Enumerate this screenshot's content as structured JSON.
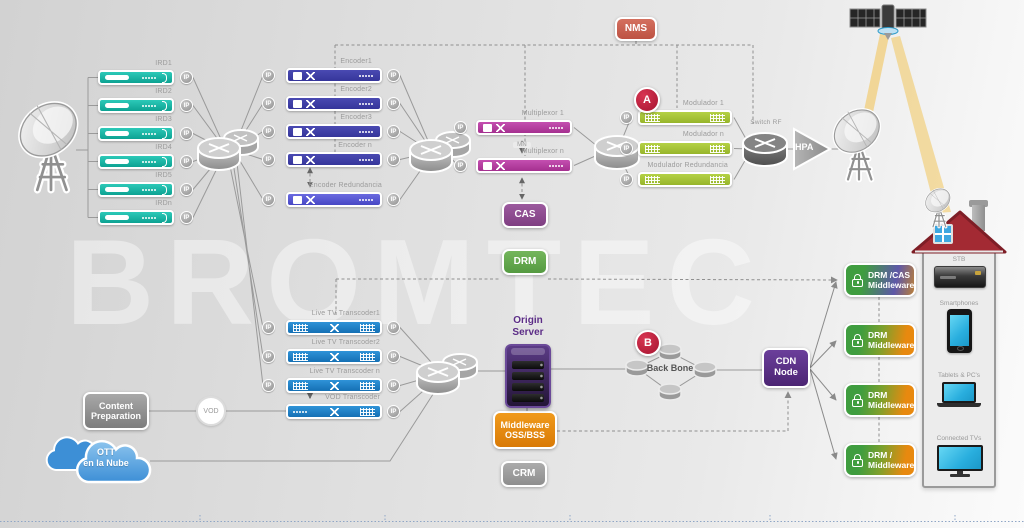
{
  "watermark": "BROMTEC",
  "ip": "IP",
  "nms": "NMS",
  "cas": "CAS",
  "drm": "DRM",
  "crm": "CRM",
  "mn": "MN",
  "vod": "VOD",
  "hpa": "HPA",
  "badge_a": "A",
  "badge_b": "B",
  "switch_rf": "Switch RF",
  "back_bone": "Back Bone",
  "origin": {
    "line1": "Origin",
    "line2": "Server"
  },
  "cdn": {
    "line1": "CDN",
    "line2": "Node"
  },
  "middleware": {
    "line1": "Middleware",
    "line2": "OSS/BSS"
  },
  "content_prep": {
    "line1": "Content",
    "line2": "Preparation"
  },
  "ott": {
    "line1": "OTT",
    "line2": "en la Nube"
  },
  "irds": [
    {
      "label": "IRD1"
    },
    {
      "label": "IRD2"
    },
    {
      "label": "IRD3"
    },
    {
      "label": "IRD4"
    },
    {
      "label": "IRD5"
    },
    {
      "label": "IRDn"
    }
  ],
  "encoders": [
    {
      "label": "Encoder1"
    },
    {
      "label": "Encoder2"
    },
    {
      "label": "Encoder3"
    },
    {
      "label": "Encoder n"
    },
    {
      "label": "Encoder Redundancia"
    }
  ],
  "multiplexors": [
    {
      "label": "Multiplexor 1"
    },
    {
      "label": "Multiplexor n"
    }
  ],
  "modulators": [
    {
      "label": "Modulador 1"
    },
    {
      "label": "Modulador n"
    },
    {
      "label": "Modulador Redundancia"
    }
  ],
  "transcoders": [
    {
      "label": "Live TV Transcoder1"
    },
    {
      "label": "Live TV Transcoder2"
    },
    {
      "label": "Live TV Transcoder n"
    },
    {
      "label": "VOD Transcoder"
    }
  ],
  "delivery_badges": [
    {
      "line1": "DRM /CAS",
      "line2": "Middleware"
    },
    {
      "line1": "DRM",
      "line2": "Middleware"
    },
    {
      "line1": "DRM",
      "line2": "Middleware"
    },
    {
      "line1": "DRM /",
      "line2": "Middleware"
    }
  ],
  "home_devices": [
    {
      "label": "STB"
    },
    {
      "label": "Smartphones"
    },
    {
      "label": "Tablets & PC's"
    },
    {
      "label": "Connected TVs"
    }
  ],
  "colors": {
    "ird": "#14b3a2",
    "encoder": "#3d3d9e",
    "encoder_redundant": "#5353c8",
    "multiplexor": "#b43ba3",
    "modulator": "#a6c438",
    "transcoder": "#1a7cc4",
    "nms": "#cc6152",
    "cas": "#8f4d92",
    "drm": "#64a94e",
    "crm": "#9c9c9c",
    "oss_bss": "#e68812",
    "cdn": "#5b2e86",
    "alert_badge": "#c21f3d",
    "beam": "#f2c14e"
  }
}
